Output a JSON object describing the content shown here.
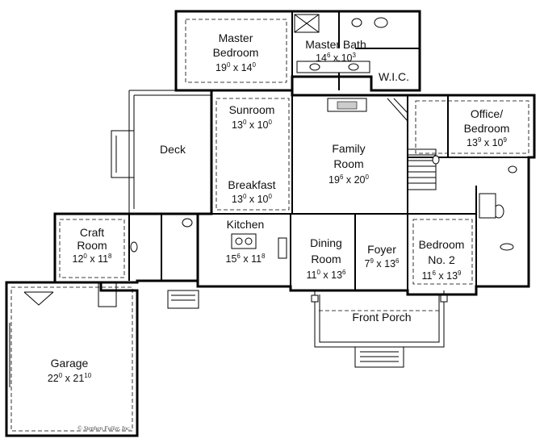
{
  "rooms": {
    "master_bedroom": {
      "name1": "Master",
      "name2": "Bedroom",
      "w": "19",
      "ws": "0",
      "h": "14",
      "hs": "0"
    },
    "master_bath": {
      "name": "Master Bath",
      "w": "14",
      "ws": "6",
      "h": "10",
      "hs": "3"
    },
    "wic": {
      "name": "W.I.C."
    },
    "sunroom": {
      "name": "Sunroom",
      "w": "13",
      "ws": "0",
      "h": "10",
      "hs": "0"
    },
    "deck": {
      "name": "Deck"
    },
    "family_room": {
      "name1": "Family",
      "name2": "Room",
      "w": "19",
      "ws": "6",
      "h": "20",
      "hs": "0"
    },
    "office": {
      "name1": "Office/",
      "name2": "Bedroom",
      "w": "13",
      "ws": "9",
      "h": "10",
      "hs": "9"
    },
    "breakfast": {
      "name": "Breakfast",
      "w": "13",
      "ws": "0",
      "h": "10",
      "hs": "0"
    },
    "kitchen": {
      "name": "Kitchen",
      "w": "15",
      "ws": "6",
      "h": "11",
      "hs": "8"
    },
    "craft_room": {
      "name1": "Craft",
      "name2": "Room",
      "w": "12",
      "ws": "0",
      "h": "11",
      "hs": "8"
    },
    "dining_room": {
      "name1": "Dining",
      "name2": "Room",
      "w": "11",
      "ws": "0",
      "h": "13",
      "hs": "6"
    },
    "foyer": {
      "name": "Foyer",
      "w": "7",
      "ws": "9",
      "h": "13",
      "hs": "6"
    },
    "bedroom2": {
      "name1": "Bedroom",
      "name2": "No. 2",
      "w": "11",
      "ws": "6",
      "h": "13",
      "hs": "9"
    },
    "front_porch": {
      "name": "Front Porch"
    },
    "garage": {
      "name": "Garage",
      "w": "22",
      "ws": "0",
      "h": "21",
      "hs": "10"
    }
  },
  "copyright": "© Stephen Fuller, Inc."
}
